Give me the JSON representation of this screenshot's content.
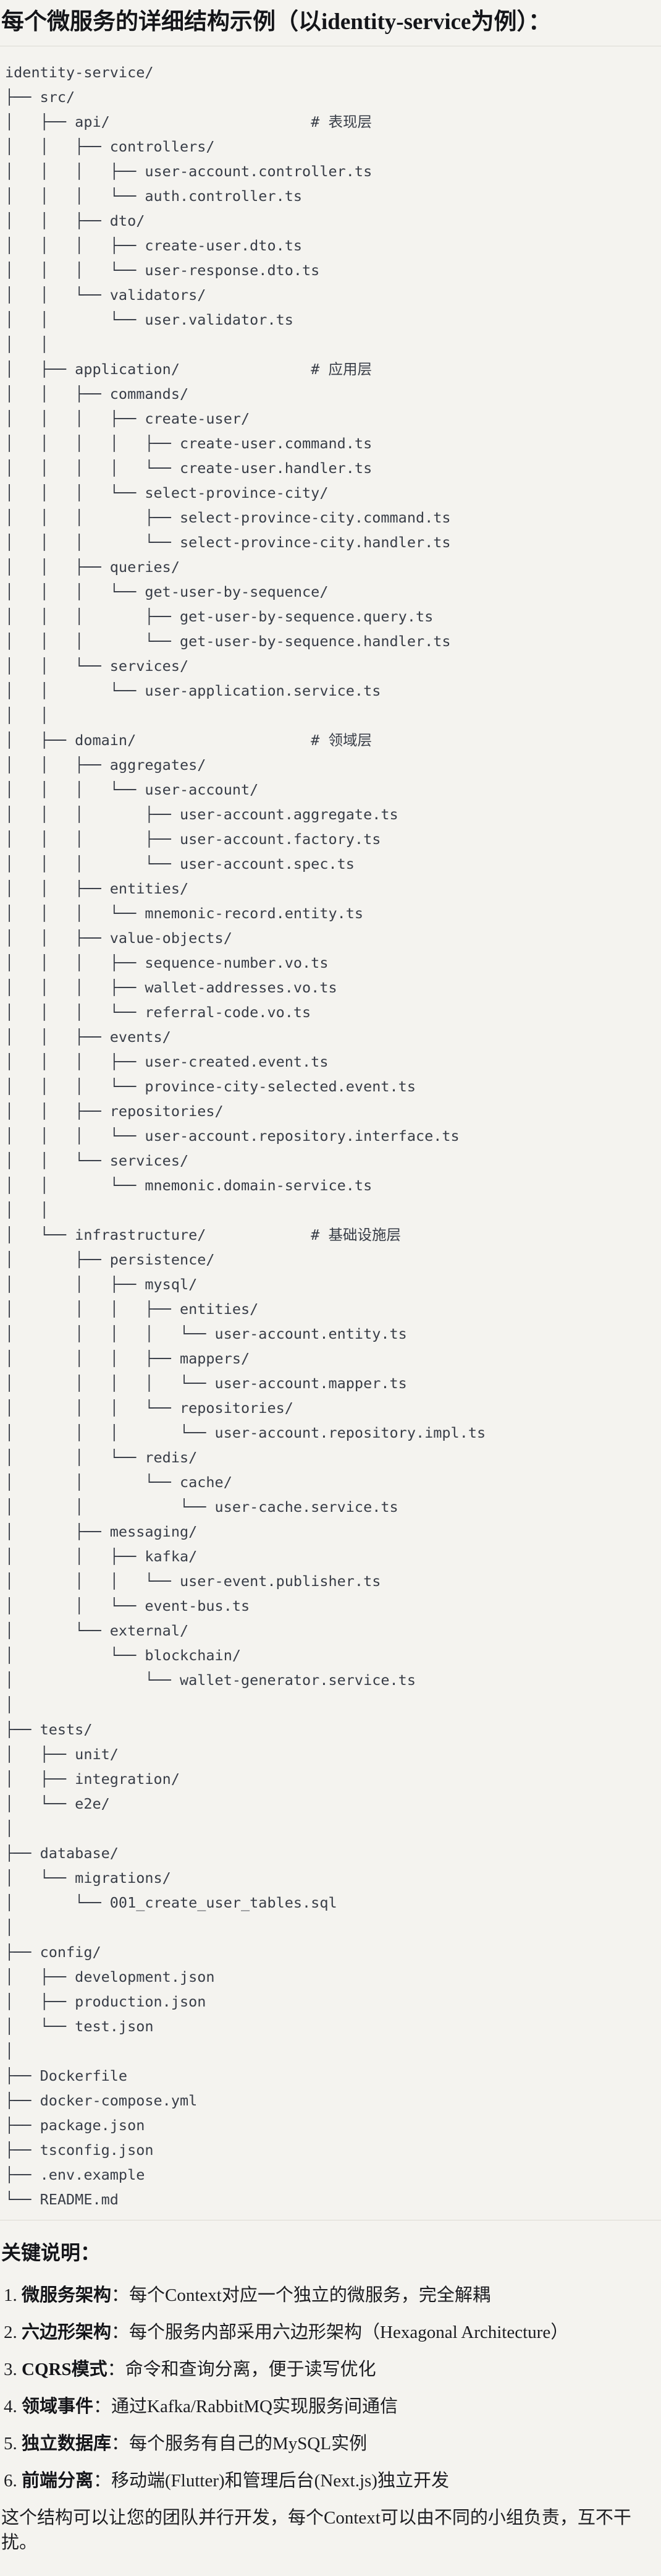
{
  "page": {
    "title": "每个微服务的详细结构示例（以identity-service为例）："
  },
  "tree": {
    "lines": [
      "identity-service/",
      "├── src/",
      "│   ├── api/                       # 表现层",
      "│   │   ├── controllers/",
      "│   │   │   ├── user-account.controller.ts",
      "│   │   │   └── auth.controller.ts",
      "│   │   ├── dto/",
      "│   │   │   ├── create-user.dto.ts",
      "│   │   │   └── user-response.dto.ts",
      "│   │   └── validators/",
      "│   │       └── user.validator.ts",
      "│   │",
      "│   ├── application/               # 应用层",
      "│   │   ├── commands/",
      "│   │   │   ├── create-user/",
      "│   │   │   │   ├── create-user.command.ts",
      "│   │   │   │   └── create-user.handler.ts",
      "│   │   │   └── select-province-city/",
      "│   │   │       ├── select-province-city.command.ts",
      "│   │   │       └── select-province-city.handler.ts",
      "│   │   ├── queries/",
      "│   │   │   └── get-user-by-sequence/",
      "│   │   │       ├── get-user-by-sequence.query.ts",
      "│   │   │       └── get-user-by-sequence.handler.ts",
      "│   │   └── services/",
      "│   │       └── user-application.service.ts",
      "│   │",
      "│   ├── domain/                    # 领域层",
      "│   │   ├── aggregates/",
      "│   │   │   └── user-account/",
      "│   │   │       ├── user-account.aggregate.ts",
      "│   │   │       ├── user-account.factory.ts",
      "│   │   │       └── user-account.spec.ts",
      "│   │   ├── entities/",
      "│   │   │   └── mnemonic-record.entity.ts",
      "│   │   ├── value-objects/",
      "│   │   │   ├── sequence-number.vo.ts",
      "│   │   │   ├── wallet-addresses.vo.ts",
      "│   │   │   └── referral-code.vo.ts",
      "│   │   ├── events/",
      "│   │   │   ├── user-created.event.ts",
      "│   │   │   └── province-city-selected.event.ts",
      "│   │   ├── repositories/",
      "│   │   │   └── user-account.repository.interface.ts",
      "│   │   └── services/",
      "│   │       └── mnemonic.domain-service.ts",
      "│   │",
      "│   └── infrastructure/            # 基础设施层",
      "│       ├── persistence/",
      "│       │   ├── mysql/",
      "│       │   │   ├── entities/",
      "│       │   │   │   └── user-account.entity.ts",
      "│       │   │   ├── mappers/",
      "│       │   │   │   └── user-account.mapper.ts",
      "│       │   │   └── repositories/",
      "│       │   │       └── user-account.repository.impl.ts",
      "│       │   └── redis/",
      "│       │       └── cache/",
      "│       │           └── user-cache.service.ts",
      "│       ├── messaging/",
      "│       │   ├── kafka/",
      "│       │   │   └── user-event.publisher.ts",
      "│       │   └── event-bus.ts",
      "│       └── external/",
      "│           └── blockchain/",
      "│               └── wallet-generator.service.ts",
      "│",
      "├── tests/",
      "│   ├── unit/",
      "│   ├── integration/",
      "│   └── e2e/",
      "│",
      "├── database/",
      "│   └── migrations/",
      "│       └── 001_create_user_tables.sql",
      "│",
      "├── config/",
      "│   ├── development.json",
      "│   ├── production.json",
      "│   └── test.json",
      "│",
      "├── Dockerfile",
      "├── docker-compose.yml",
      "├── package.json",
      "├── tsconfig.json",
      "├── .env.example",
      "└── README.md"
    ]
  },
  "notes": {
    "heading": "关键说明：",
    "items": [
      {
        "num": "1. ",
        "label": "微服务架构",
        "text": "：每个Context对应一个独立的微服务，完全解耦"
      },
      {
        "num": "2. ",
        "label": "六边形架构",
        "text": "：每个服务内部采用六边形架构（Hexagonal Architecture）"
      },
      {
        "num": "3. ",
        "label": "CQRS模式",
        "text": "：命令和查询分离，便于读写优化"
      },
      {
        "num": "4. ",
        "label": "领域事件",
        "text": "：通过Kafka/RabbitMQ实现服务间通信"
      },
      {
        "num": "5. ",
        "label": "独立数据库",
        "text": "：每个服务有自己的MySQL实例"
      },
      {
        "num": "6. ",
        "label": "前端分离",
        "text": "：移动端(Flutter)和管理后台(Next.js)独立开发"
      }
    ],
    "footer": "这个结构可以让您的团队并行开发，每个Context可以由不同的小组负责，互不干扰。"
  },
  "colors": {
    "background": "#f4f3ef",
    "divider": "#dcdad3",
    "tree_text": "#383d47",
    "heading_text": "#141519",
    "body_text": "#1c1d21"
  }
}
